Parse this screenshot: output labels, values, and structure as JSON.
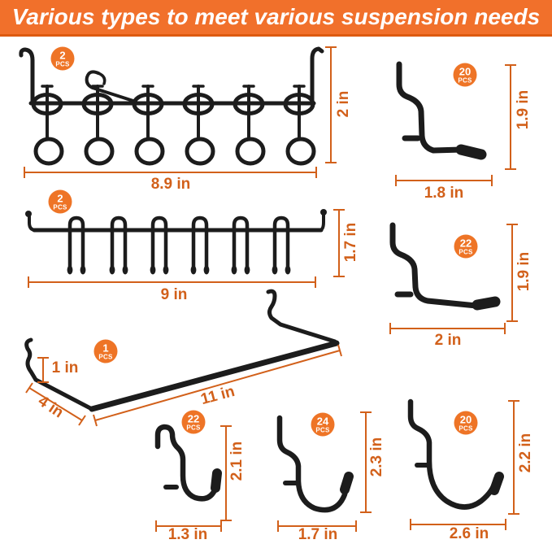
{
  "header": {
    "title": "Various types to meet various suspension needs"
  },
  "colors": {
    "accent_orange": "#F1702B",
    "accent_orange_dark": "#DD5A10",
    "badge_orange": "#EE7426",
    "dimension_orange": "#D2601A",
    "hardware_black": "#1c1c1c"
  },
  "items": [
    {
      "name": "ring-tool-holder-rack",
      "qty": "2",
      "unit": "PCS",
      "dims": {
        "width": "8.9 in",
        "height": "2 in"
      }
    },
    {
      "name": "curved-peg-hook-small",
      "qty": "20",
      "unit": "PCS",
      "dims": {
        "width": "1.8 in",
        "height": "1.9 in"
      }
    },
    {
      "name": "wrench-organizer-rack",
      "qty": "2",
      "unit": "PCS",
      "dims": {
        "width": "9 in",
        "height": "1.7 in"
      }
    },
    {
      "name": "curved-peg-hook-large",
      "qty": "22",
      "unit": "PCS",
      "dims": {
        "width": "2 in",
        "height": "1.9 in"
      }
    },
    {
      "name": "shelf-rail-bracket",
      "qty": "1",
      "unit": "PCS",
      "dims": {
        "width": "11 in",
        "height": "1 in",
        "depth": "4 in"
      }
    },
    {
      "name": "j-hook-small",
      "qty": "22",
      "unit": "PCS",
      "dims": {
        "width": "1.3 in",
        "height": "2.1 in"
      }
    },
    {
      "name": "j-hook-medium",
      "qty": "24",
      "unit": "PCS",
      "dims": {
        "width": "1.7 in",
        "height": "2.3 in"
      }
    },
    {
      "name": "curved-j-hook-large",
      "qty": "20",
      "unit": "PCS",
      "dims": {
        "width": "2.6 in",
        "height": "2.2 in"
      }
    }
  ]
}
